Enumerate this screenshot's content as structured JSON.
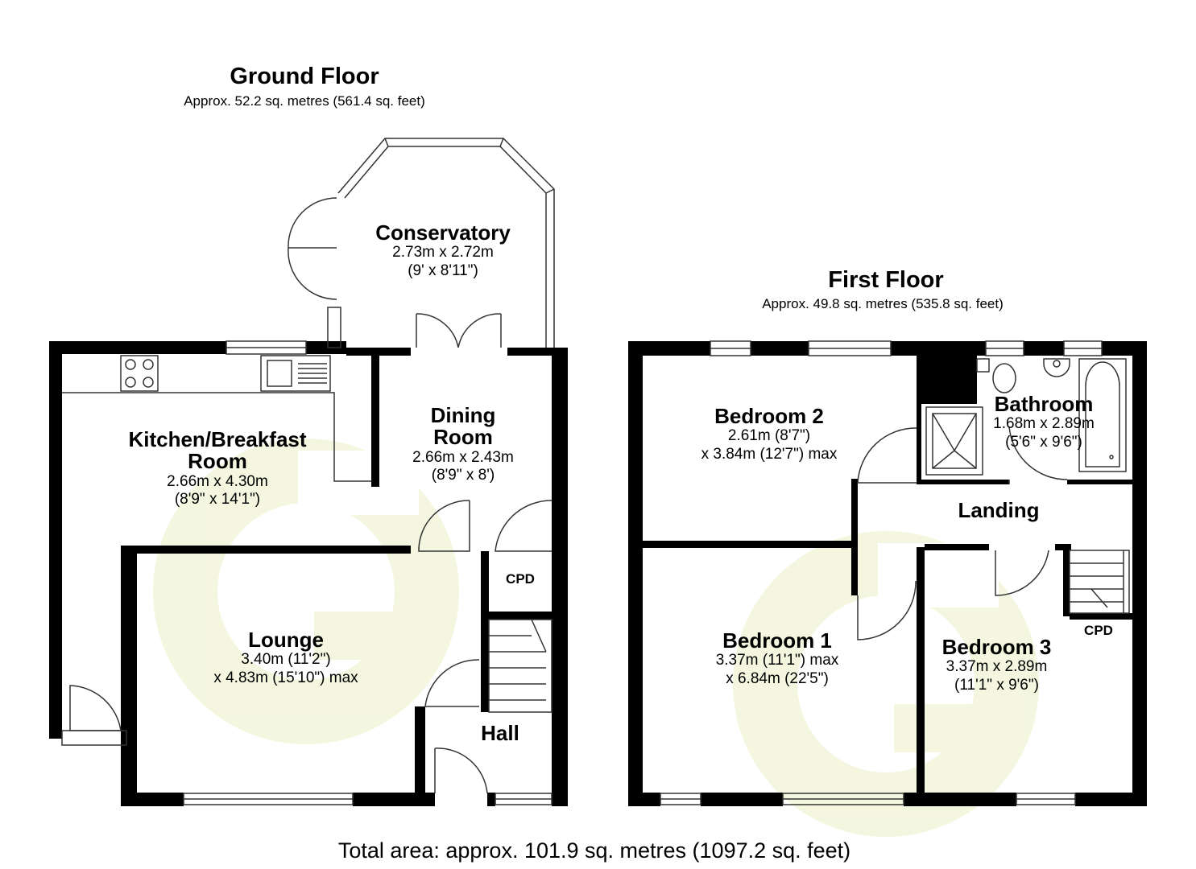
{
  "ground_floor": {
    "title": "Ground Floor",
    "area": "Approx. 52.2 sq. metres (561.4 sq. feet)",
    "rooms": [
      {
        "name": "Conservatory",
        "dims": [
          "2.73m x 2.72m",
          "(9' x 8'11\")"
        ]
      },
      {
        "name": "Kitchen/Breakfast Room",
        "dims": [
          "2.66m x 4.30m",
          "(8'9\" x 14'1\")"
        ]
      },
      {
        "name": "Dining Room",
        "dims": [
          "2.66m x 2.43m",
          "(8'9\" x 8')"
        ]
      },
      {
        "name": "Lounge",
        "dims": [
          "3.40m (11'2\")",
          "x 4.83m (15'10\") max"
        ]
      },
      {
        "name": "Hall",
        "dims": []
      },
      {
        "name": "CPD",
        "dims": []
      }
    ]
  },
  "first_floor": {
    "title": "First Floor",
    "area": "Approx. 49.8 sq. metres (535.8 sq. feet)",
    "rooms": [
      {
        "name": "Bedroom 2",
        "dims": [
          "2.61m (8'7\")",
          "x 3.84m (12'7\") max"
        ]
      },
      {
        "name": "Bathroom",
        "dims": [
          "1.68m x 2.89m",
          "(5'6\" x 9'6\")"
        ]
      },
      {
        "name": "Landing",
        "dims": []
      },
      {
        "name": "Bedroom 1",
        "dims": [
          "3.37m (11'1\") max",
          "x 6.84m (22'5\")"
        ]
      },
      {
        "name": "Bedroom 3",
        "dims": [
          "3.37m x 2.89m",
          "(11'1\" x 9'6\")"
        ]
      },
      {
        "name": "CPD",
        "dims": []
      }
    ]
  },
  "total_area": "Total area: approx. 101.9 sq. metres (1097.2 sq. feet)",
  "colors": {
    "wall": "#000000",
    "watermark": "#f2f5d6",
    "line": "#555555"
  }
}
